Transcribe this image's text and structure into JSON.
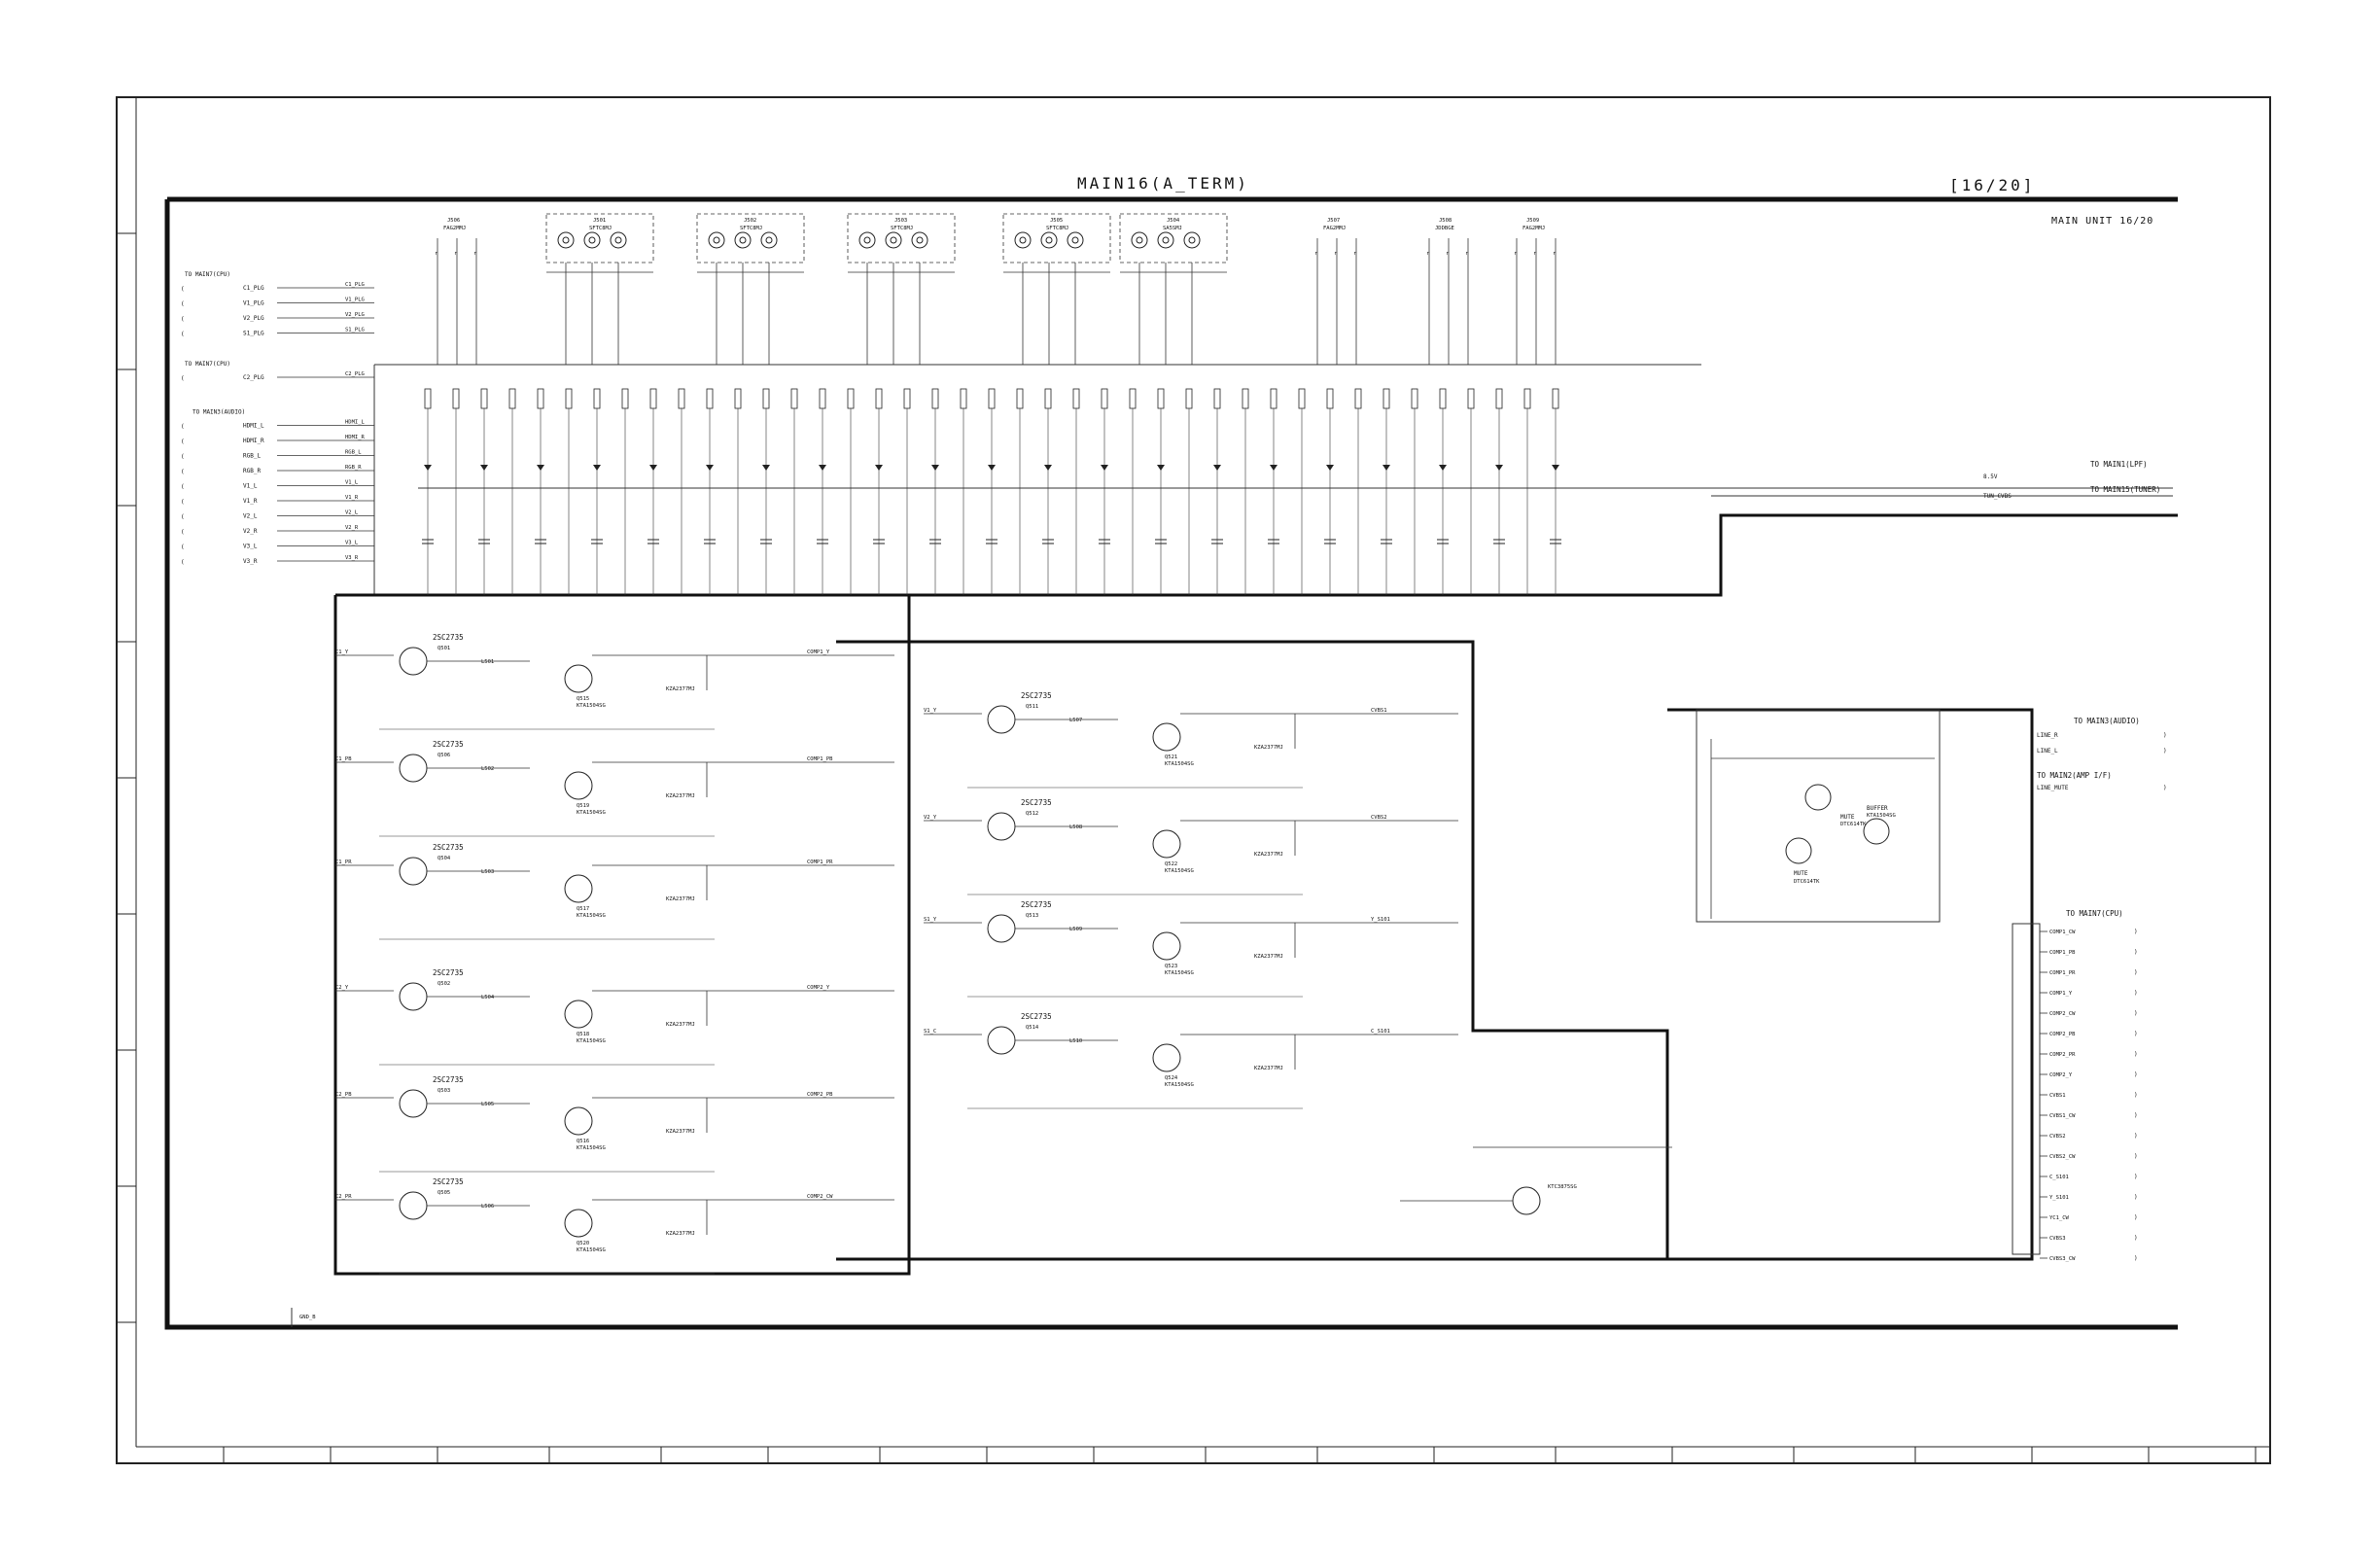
{
  "header": {
    "title": "MAIN16(A_TERM)",
    "page": "[16/20]",
    "unit": "MAIN UNIT 16/20"
  },
  "left_ports": {
    "groups": [
      {
        "name": "TO MAIN7(CPU)",
        "signals": [
          "C1_PLG",
          "V1_PLG",
          "V2_PLG",
          "S1_PLG"
        ]
      },
      {
        "name": "TO MAIN7(CPU)",
        "signals": [
          "C2_PLG"
        ]
      },
      {
        "name": "TO MAIN3(AUDIO)",
        "signals": [
          "HDMI_L",
          "HDMI_R",
          "RGB_L",
          "RGB_R",
          "V1_L",
          "V1_R",
          "V2_L",
          "V2_R",
          "V3_L",
          "V3_R"
        ]
      }
    ]
  },
  "right_ports": {
    "main1_lpf": "TO MAIN1(LPF)",
    "main15_tuner": "TO MAIN15(TUNER)",
    "net_8v": "8.5V",
    "net_tun_cvbs": "TUN_CVBS",
    "main3_audio": "TO MAIN3(AUDIO)",
    "main3_signals": [
      "LINE_R",
      "LINE_L"
    ],
    "main2_amp": "TO MAIN2(AMP I/F)",
    "main2_signals": [
      "LINE_MUTE"
    ],
    "main7_cpu": "TO MAIN7(CPU)",
    "main7_signals": [
      "COMP1_CW",
      "COMP1_PB",
      "COMP1_PR",
      "COMP1_Y",
      "COMP2_CW",
      "COMP2_PB",
      "COMP2_PR",
      "COMP2_Y",
      "CVBS1",
      "CVBS1_CW",
      "CVBS2",
      "CVBS2_CW",
      "C_S101",
      "Y_S101",
      "YC1_CW",
      "CVBS3",
      "CVBS3_CW"
    ]
  },
  "connectors": [
    {
      "ref": "J506",
      "type": "FAG2MMJ"
    },
    {
      "ref": "J501",
      "type": "SFTC8MJ"
    },
    {
      "ref": "J502",
      "type": "SFTC8MJ"
    },
    {
      "ref": "J503",
      "type": "SFTC8MJ"
    },
    {
      "ref": "J505",
      "type": "SFTC8MJ"
    },
    {
      "ref": "J504",
      "type": "SA5SMJ"
    },
    {
      "ref": "J507",
      "type": "FAG2MMJ"
    },
    {
      "ref": "J508",
      "type": "JDDBGE"
    },
    {
      "ref": "J509",
      "type": "FAG2MMJ"
    }
  ],
  "buffer_stages": [
    {
      "input": "C1_Y",
      "q_in": "Q501",
      "q_out": "Q515",
      "l": "L501",
      "output": "COMP1_Y"
    },
    {
      "input": "C1_PB",
      "q_in": "Q506",
      "q_out": "Q519",
      "l": "L502",
      "output": "COMP1_PB"
    },
    {
      "input": "C1_PR",
      "q_in": "Q504",
      "q_out": "Q517",
      "l": "L503",
      "output": "COMP1_PR"
    },
    {
      "input": "C2_Y",
      "q_in": "Q502",
      "q_out": "Q518",
      "l": "L504",
      "output": "COMP2_Y"
    },
    {
      "input": "C2_PB",
      "q_in": "Q503",
      "q_out": "Q516",
      "l": "L505",
      "output": "COMP2_PB"
    },
    {
      "input": "C2_PR",
      "q_in": "Q505",
      "q_out": "Q520",
      "l": "L506",
      "output": "COMP2_CW"
    },
    {
      "input": "V1_Y",
      "q_in": "Q511",
      "q_out": "Q521",
      "l": "L507",
      "output": "CVBS1"
    },
    {
      "input": "V2_Y",
      "q_in": "Q512",
      "q_out": "Q522",
      "l": "L508",
      "output": "CVBS2"
    },
    {
      "input": "S1_Y",
      "q_in": "Q513",
      "q_out": "Q523",
      "l": "L509",
      "output": "Y_S101"
    },
    {
      "input": "S1_C",
      "q_in": "Q514",
      "q_out": "Q524",
      "l": "L510",
      "output": "C_S101"
    }
  ],
  "part_types": {
    "npn": "2SC2735",
    "pnp": "KTA1504SG",
    "mute": "DTC614TK",
    "mute_q": "MUTE",
    "buffer": "BUFFER",
    "q510": "KTC3875SG",
    "zener": "KZA2377MJ"
  },
  "ground_label": "GND_B"
}
